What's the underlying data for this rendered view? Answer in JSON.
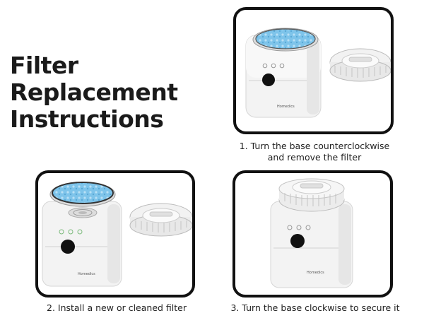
{
  "title": {
    "line1": "Filter Replacement",
    "line2": "Instructions"
  },
  "steps": [
    {
      "caption_line1": "1. Turn the base counterclockwise",
      "caption_line2": "and remove the filter",
      "device_state": "base-removed-filter-out"
    },
    {
      "caption": "2. Install a new or cleaned filter",
      "device_state": "base-removed-new-filter"
    },
    {
      "caption": "3. Turn the base clockwise to secure it",
      "device_state": "base-attached"
    }
  ],
  "device": {
    "brand_mark": "Homedics",
    "filter_color": "#7ec4ea",
    "body_color": "#f4f4f4"
  }
}
